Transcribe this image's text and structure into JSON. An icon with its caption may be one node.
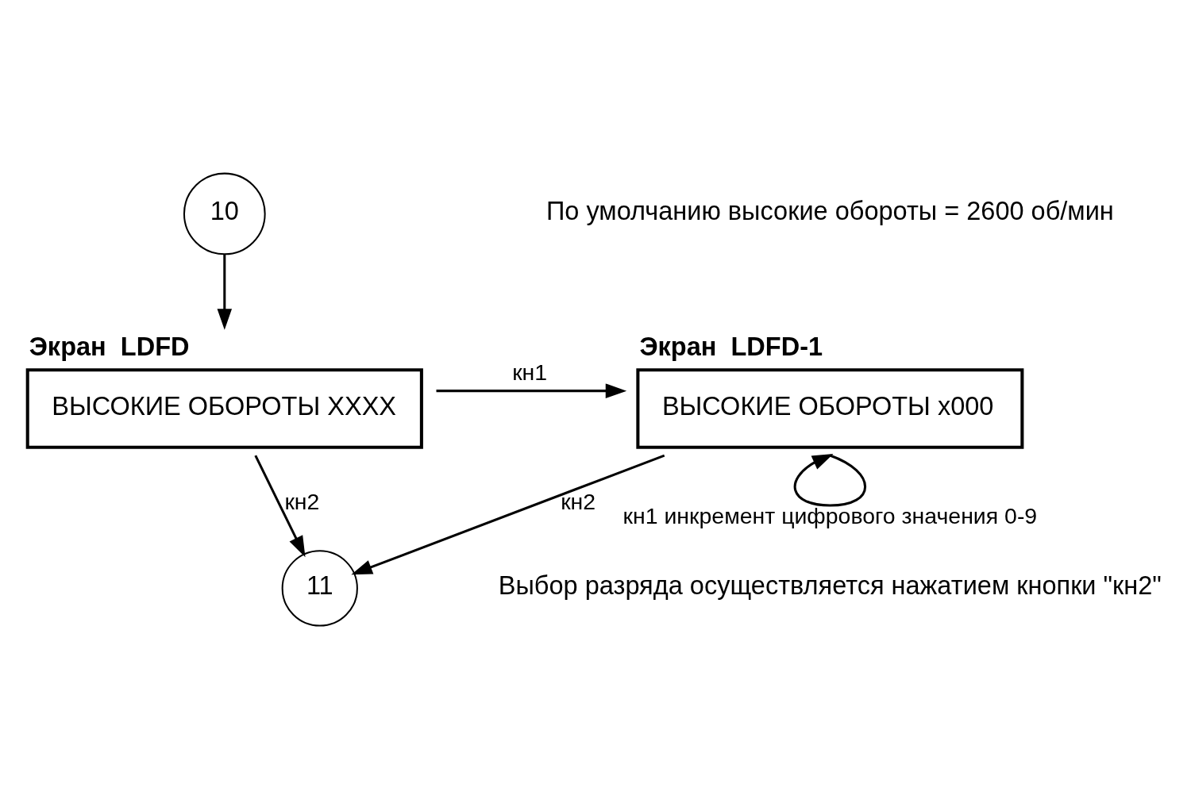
{
  "diagram": {
    "nodes": [
      {
        "text": [
          "10"
        ]
      },
      {
        "text": [
          "Экран  LDFD",
          "ВЫСОКИЕ ОБОРОТЫ XXXX"
        ]
      },
      {
        "text": [
          "Экран  LDFD-1",
          "ВЫСОКИЕ ОБОРОТЫ x000"
        ]
      },
      {
        "text": [
          "11"
        ]
      }
    ],
    "edges": [
      {
        "from": 0,
        "to": 1,
        "arrow": "to"
      },
      {
        "from": 1,
        "to": 2,
        "arrow": "to",
        "label": "кн1"
      },
      {
        "from": 2,
        "to": 2,
        "arrow": "to",
        "label": "кн1 инкремент цифрового значения 0-9"
      },
      {
        "from": 1,
        "to": 3,
        "arrow": "to",
        "label": "кн2"
      },
      {
        "from": 2,
        "to": 3,
        "arrow": "to",
        "label": "кн2"
      }
    ],
    "labels": [
      "По умолчанию высокие обороты = 2600 об/мин",
      "Выбор разряда осуществляется нажатием кнопки \"кн2\""
    ]
  }
}
